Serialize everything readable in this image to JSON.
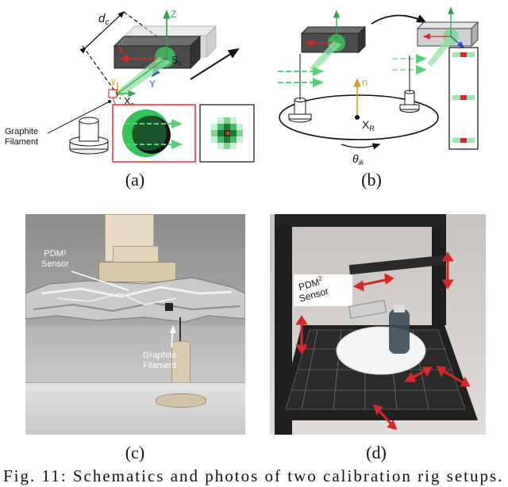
{
  "panel_a": {
    "label": "(a)",
    "dc_label": "d",
    "dc_sub": "c",
    "axis_z": "Z",
    "axis_x": "X",
    "axis_y": "Y",
    "sensor_origin": "S",
    "sensor_origin_sub": "c",
    "filament_coord": "X",
    "filament_coord_sub": "c",
    "filament_label_line1": "Graphite",
    "filament_label_line2": "Filament"
  },
  "panel_b": {
    "label": "(b)",
    "normal_label": "n",
    "rotation_center": "X",
    "rotation_center_sub": "R",
    "angle_label": "θ",
    "angle_sub": "ik"
  },
  "panel_c": {
    "label": "(c)",
    "sensor_label_line1": "PDM²",
    "sensor_label_line2": "Sensor",
    "filament_label_line1": "Graphite",
    "filament_label_line2": "Filament"
  },
  "panel_d": {
    "label": "(d)",
    "sensor_label_line1": "PDM",
    "sensor_label_sup": "2",
    "sensor_label_line2": "Sensor"
  },
  "caption": "Fig. 11: Schematics and photos of two calibration rig setups.",
  "colors": {
    "red_axis": "#d62828",
    "green_axis": "#2aa845",
    "blue_axis": "#2a4fd6",
    "orange": "#e09a1a",
    "beam_green": "#8fe3a0",
    "highlight_box": "#d33"
  }
}
